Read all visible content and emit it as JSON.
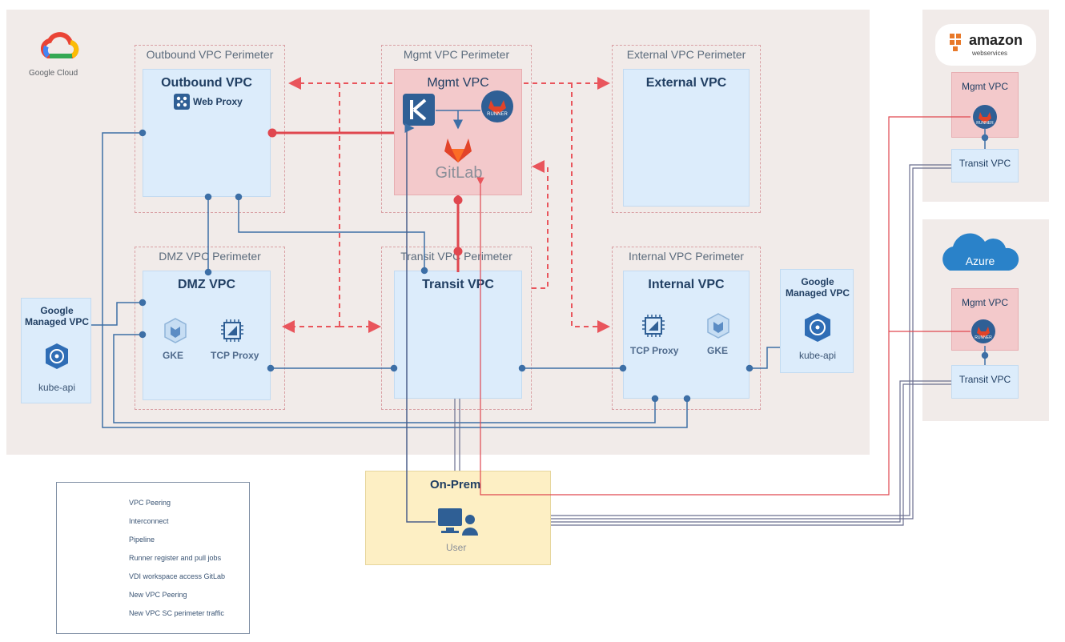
{
  "gcp": {
    "brand": "Google Cloud"
  },
  "perimeters": {
    "outbound": "Outbound VPC Perimeter",
    "mgmt": "Mgmt VPC Perimeter",
    "external": "External VPC Perimeter",
    "dmz": "DMZ VPC Perimeter",
    "transit": "Transit VPC Perimeter",
    "internal": "Internal VPC Perimeter"
  },
  "vpcs": {
    "outbound": {
      "title": "Outbound VPC",
      "web_proxy": "Web Proxy"
    },
    "mgmt": {
      "title": "Mgmt VPC",
      "gitlab": "GitLab",
      "runner": "RUNNER"
    },
    "external": {
      "title": "External VPC"
    },
    "dmz": {
      "title": "DMZ VPC",
      "gke": "GKE",
      "tcp_proxy": "TCP Proxy"
    },
    "transit": {
      "title": "Transit VPC"
    },
    "internal": {
      "title": "Internal VPC",
      "gke": "GKE",
      "tcp_proxy": "TCP Proxy"
    }
  },
  "google_managed_left": {
    "title": "Google Managed VPC",
    "service": "kube-api"
  },
  "google_managed_right": {
    "title": "Google Managed VPC",
    "service": "kube-api"
  },
  "aws": {
    "brand": "amazon",
    "sub": "webservices",
    "mgmt": "Mgmt VPC",
    "runner": "RUNNER",
    "transit": "Transit VPC"
  },
  "azure": {
    "brand": "Azure",
    "mgmt": "Mgmt VPC",
    "runner": "RUNNER",
    "transit": "Transit VPC"
  },
  "onprem": {
    "title": "On-Prem",
    "user": "User"
  },
  "legend": [
    {
      "label": "VPC Peering",
      "style": "peering"
    },
    {
      "label": "Interconnect",
      "style": "interconnect"
    },
    {
      "label": "Pipeline",
      "style": "pipeline"
    },
    {
      "label": "Runner register and pull jobs",
      "style": "runner"
    },
    {
      "label": "VDI workspace access GitLab",
      "style": "vdi"
    },
    {
      "label": "New VPC Peering",
      "style": "new-peering"
    },
    {
      "label": "New VPC SC perimeter traffic",
      "style": "new-sc"
    }
  ],
  "colors": {
    "peering": "#3d6fa6",
    "interconnect": "#6b6f8f",
    "red": "#e0474f",
    "dashed_red": "#e9555c",
    "vpc_blue": "#dcecfb",
    "mgmt_pink": "#f3c9cb",
    "onprem": "#fdefc4",
    "gcp_bg": "#f1ebe9"
  }
}
